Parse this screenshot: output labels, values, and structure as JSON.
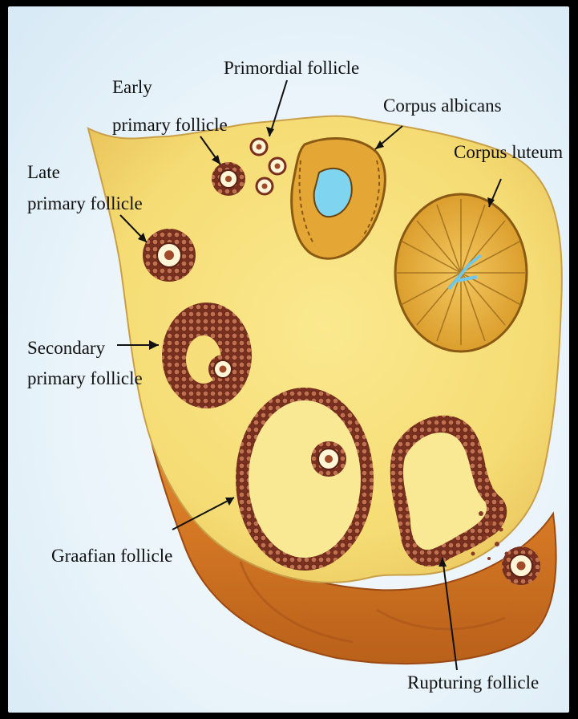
{
  "labels": {
    "primordial": "Primordial follicle",
    "early_1": "Early",
    "early_2": "primary follicle",
    "albicans": "Corpus albicans",
    "luteum": "Corpus luteum",
    "late_1": "Late",
    "late_2": "primary follicle",
    "secondary_1": "Secondary",
    "secondary_2": "primary follicle",
    "graafian": "Graafian follicle",
    "rupturing": "Rupturing follicle"
  },
  "colors": {
    "stroma": "#f6df7a",
    "cortex": "#d98a2b",
    "granulosa": "#8a3b25",
    "corpus": "#e2a832",
    "background": "#eaf4fa"
  }
}
